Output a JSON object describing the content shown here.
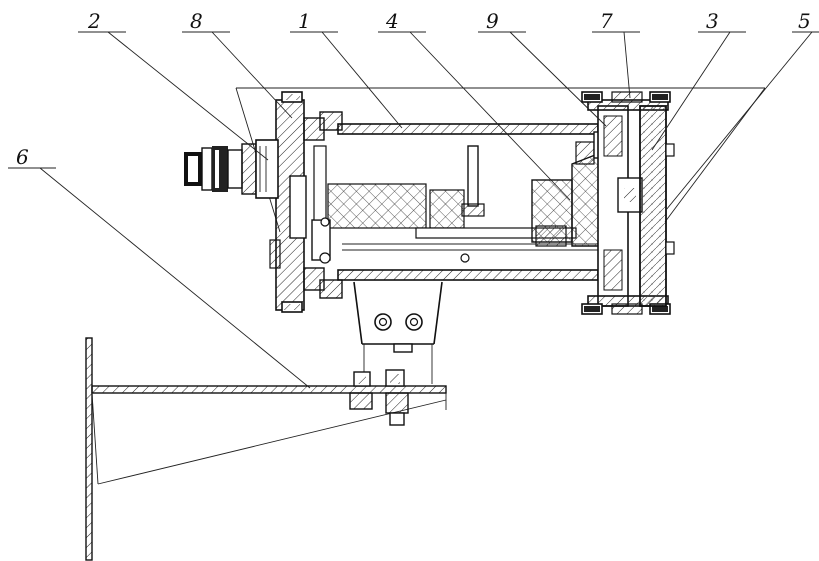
{
  "callouts": [
    {
      "label": "1",
      "part": "housing-tube"
    },
    {
      "label": "2",
      "part": "connector"
    },
    {
      "label": "3",
      "part": "window-frame"
    },
    {
      "label": "4",
      "part": "lens"
    },
    {
      "label": "5",
      "part": "sun-visor"
    },
    {
      "label": "6",
      "part": "bracket"
    },
    {
      "label": "7",
      "part": "front-flange"
    },
    {
      "label": "8",
      "part": "rear-flange"
    },
    {
      "label": "9",
      "part": "lens-mount"
    }
  ],
  "colors": {
    "line": "#111111",
    "background": "#ffffff"
  }
}
